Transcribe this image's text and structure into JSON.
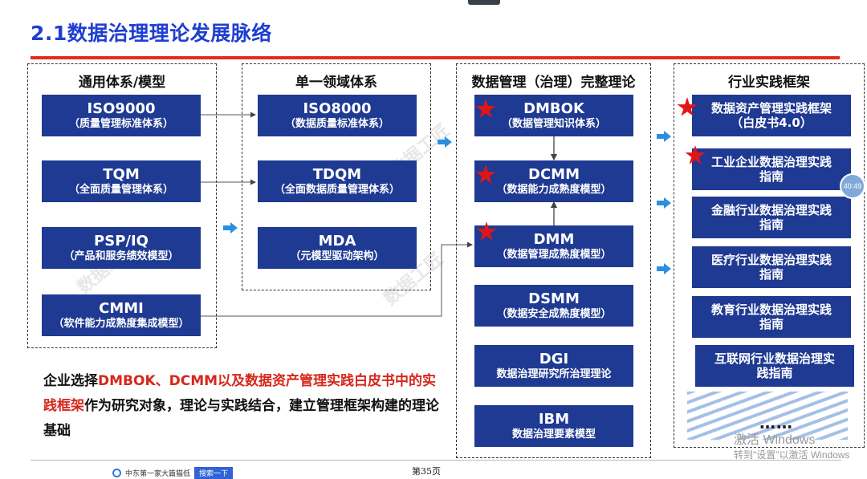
{
  "slide": {
    "title": "2.1数据治理理论发展脉络",
    "page_number": "第35页",
    "colors": {
      "title_blue": "#1f3fd1",
      "box_navy": "#1f3a93",
      "accent_red": "#e32b1f",
      "arrow_blue": "#2b8fe0"
    }
  },
  "columns": {
    "general": {
      "header": "通用体系/模型",
      "items": [
        {
          "name": "ISO9000",
          "desc": "（质量管理标准体系）"
        },
        {
          "name": "TQM",
          "desc": "（全面质量管理体系）"
        },
        {
          "name": "PSP/IQ",
          "desc": "（产品和服务绩效模型）"
        },
        {
          "name": "CMMI",
          "desc": "（软件能力成熟度集成模型）"
        }
      ]
    },
    "single": {
      "header": "单一领域体系",
      "items": [
        {
          "name": "ISO8000",
          "desc": "（数据质量标准体系）"
        },
        {
          "name": "TDQM",
          "desc": "（全面数据质量管理体系）"
        },
        {
          "name": "MDA",
          "desc": "（元模型驱动架构）"
        }
      ]
    },
    "governance": {
      "header": "数据管理（治理）完整理论",
      "items": [
        {
          "name": "DMBOK",
          "desc": "（数据管理知识体系）"
        },
        {
          "name": "DCMM",
          "desc": "（数据能力成熟度模型）"
        },
        {
          "name": "DMM",
          "desc": "（数据管理成熟度模型）"
        },
        {
          "name": "DSMM",
          "desc": "（数据安全成熟度模型）"
        },
        {
          "name": "DGI",
          "desc": "数据治理研究所治理理论"
        },
        {
          "name": "IBM",
          "desc": "数据治理要素模型"
        }
      ]
    },
    "industry": {
      "header": "行业实践框架",
      "items": [
        {
          "line1": "数据资产管理实践框架",
          "line2": "（白皮书4.0）"
        },
        {
          "line1": "工业企业数据治理实践",
          "line2": "指南"
        },
        {
          "line1": "金融行业数据治理实践",
          "line2": "指南"
        },
        {
          "line1": "医疗行业数据治理实践",
          "line2": "指南"
        },
        {
          "line1": "教育行业数据治理实践",
          "line2": "指南"
        },
        {
          "line1": "互联网行业数据治理实",
          "line2": "践指南"
        }
      ],
      "more": "……"
    }
  },
  "conclusion": {
    "p1": "企业选择",
    "p2": "DMBOK、DCMM以及数据资产管理实践白皮书中的实践框架",
    "p3": "作为研究对象，理论与实践结合，建立管理框架构建的理论基础"
  },
  "overlay": {
    "timer": "40:49",
    "activate_line1": "激活 Windows",
    "activate_line2": "转到\"设置\"以激活 Windows",
    "browser_label": "中东第一家大篇猫低",
    "browser_search": "搜索一下",
    "watermark": "数据工匠"
  },
  "icons": {
    "star": "red-star-icon",
    "arrow": "blue-arrow-icon",
    "browser": "ie-icon"
  }
}
